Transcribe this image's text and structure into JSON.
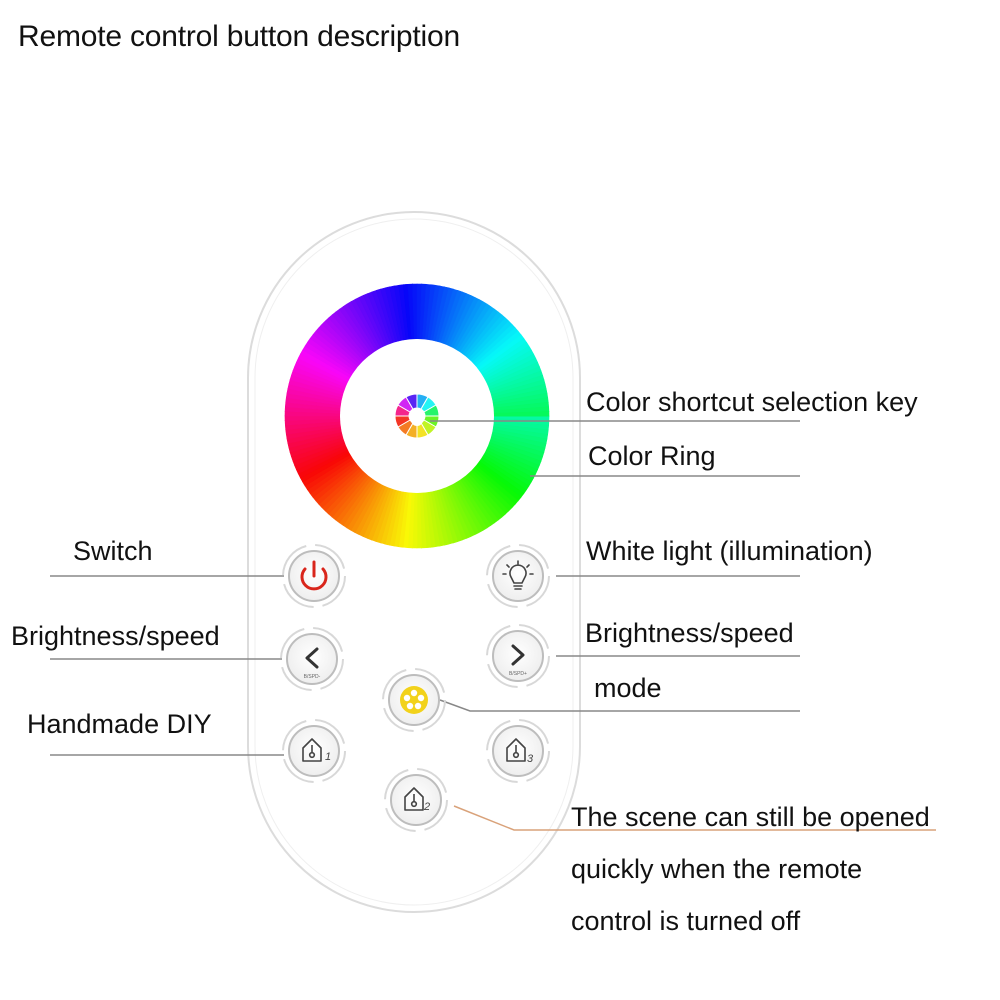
{
  "title": "Remote control button description",
  "labels": {
    "color_shortcut": "Color shortcut selection key",
    "color_ring": "Color Ring",
    "switch": "Switch",
    "white_light": "White light (illumination)",
    "brightness_left": "Brightness/speed",
    "brightness_right": "Brightness/speed",
    "mode": "mode",
    "handmade_diy": "Handmade DIY",
    "scene_line1": "The scene can still be opened",
    "scene_line2": "quickly when the remote",
    "scene_line3": "control is turned off"
  },
  "button_marks": {
    "left_arrow": "B/SPD-",
    "right_arrow": "B/SPD+",
    "scene1": "1",
    "scene2": "2",
    "scene3": "3"
  },
  "colors": {
    "power": "#d9261c",
    "mode": "#f2d21b",
    "leader_line": "#888888",
    "scene_leader": "#d9a27a"
  }
}
